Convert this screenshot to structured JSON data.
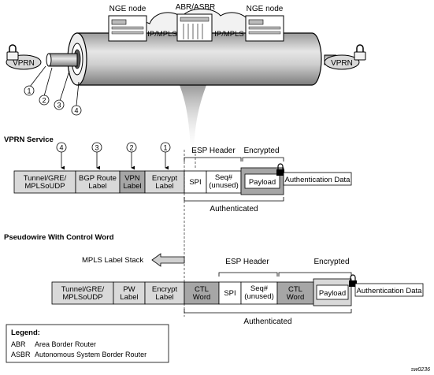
{
  "top": {
    "node_left": "NGE node",
    "node_center": "ABR/ASBR",
    "node_right": "NGE node",
    "cloud_left": "IP/MPLS",
    "cloud_right": "IP/MPLS",
    "vprn_left": "VPRN",
    "vprn_right": "VPRN",
    "markers": [
      "1",
      "2",
      "3",
      "4"
    ]
  },
  "vprn_section": {
    "title": "VPRN Service",
    "markers": [
      "4",
      "3",
      "2",
      "1"
    ],
    "esp_header": "ESP Header",
    "encrypted": "Encrypted",
    "authenticated": "Authenticated",
    "cells": {
      "tunnel": [
        "Tunnel/GRE/",
        "MPLSoUDP"
      ],
      "bgp": [
        "BGP Route",
        "Label"
      ],
      "vpn": [
        "VPN",
        "Label"
      ],
      "encrypt": [
        "Encrypt",
        "Label"
      ],
      "spi": "SPI",
      "seq": [
        "Seq#",
        "(unused)"
      ],
      "payload": "Payload",
      "auth_data": "Authentication Data"
    }
  },
  "pw_section": {
    "title": "Pseudowire With Control Word",
    "mpls_stack": "MPLS Label Stack",
    "esp_header": "ESP Header",
    "encrypted": "Encrypted",
    "authenticated": "Authenticated",
    "cells": {
      "tunnel": [
        "Tunnel/GRE/",
        "MPLSoUDP"
      ],
      "pw": [
        "PW",
        "Label"
      ],
      "encrypt": [
        "Encrypt",
        "Label"
      ],
      "ctl1": [
        "CTL",
        "Word"
      ],
      "spi": "SPI",
      "seq": [
        "Seq#",
        "(unused)"
      ],
      "ctl2": [
        "CTL",
        "Word"
      ],
      "payload": "Payload",
      "auth_data": "Authentication Data"
    }
  },
  "legend": {
    "title": "Legend:",
    "rows": [
      {
        "abbr": "ABR",
        "text": "Area Border Router"
      },
      {
        "abbr": "ASBR",
        "text": "Autonomous System Border Router"
      }
    ]
  },
  "figure_id": "sw0236",
  "colors": {
    "light_gray": "#d9d9d9",
    "dark_gray": "#a6a6a6",
    "tube": "#c8c8c8",
    "white": "#ffffff",
    "stroke": "#000000"
  }
}
